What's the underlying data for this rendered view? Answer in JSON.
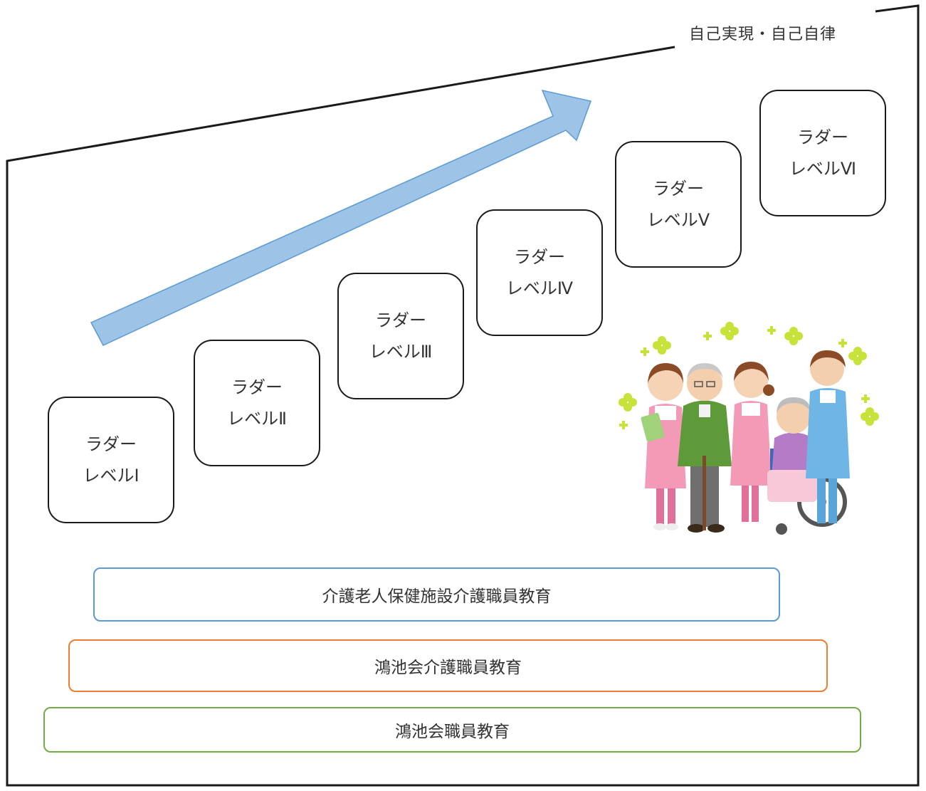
{
  "goal_label": "自己実現・自己自律",
  "ladders": [
    {
      "line1": "ラダー",
      "line2": "レベルⅠ"
    },
    {
      "line1": "ラダー",
      "line2": "レベルⅡ"
    },
    {
      "line1": "ラダー",
      "line2": "レベルⅢ"
    },
    {
      "line1": "ラダー",
      "line2": "レベルⅣ"
    },
    {
      "line1": "ラダー",
      "line2": "レベルⅤ"
    },
    {
      "line1": "ラダー",
      "line2": "レベルⅥ"
    }
  ],
  "education_bars": [
    {
      "label": "介護老人保健施設介護職員教育",
      "color": "#5b9bd5"
    },
    {
      "label": "鴻池会介護職員教育",
      "color": "#ed7d31"
    },
    {
      "label": "鴻池会職員教育",
      "color": "#70ad47"
    }
  ],
  "colors": {
    "arrow_fill": "#9dc3e6",
    "arrow_stroke": "#5b9bd5",
    "frame": "#1a1a1a"
  },
  "illustration": {
    "icon": "care-staff-and-elderly-illustration"
  }
}
